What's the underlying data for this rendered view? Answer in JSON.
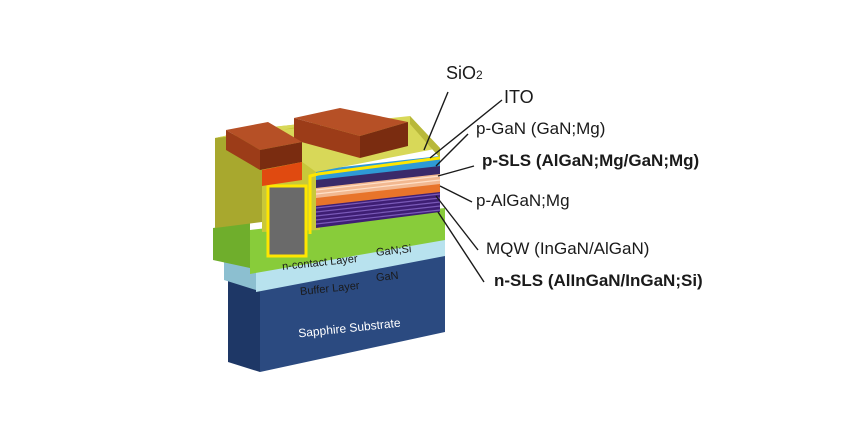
{
  "diagram": {
    "callouts": {
      "sio2": {
        "base": "SiO",
        "sub": "2"
      },
      "ito": "ITO",
      "pgan": "p-GaN  (GaN;Mg)",
      "psls": "p-SLS (AlGaN;Mg/GaN;Mg)",
      "palgan": "p-AlGaN;Mg",
      "mqw": "MQW (InGaN/AlGaN)",
      "nsls": "n-SLS  (AlInGaN/InGaN;Si)"
    },
    "layers": {
      "ncontact": "n-contact Layer",
      "ncontact_mat": "GaN;Si",
      "buffer": "Buffer Layer",
      "buffer_mat": "GaN",
      "substrate": "Sapphire Substrate"
    },
    "colors": {
      "substrate": "#2b4a80",
      "buffer": "#b8e2ee",
      "ncontact": "#88cc3a",
      "passivation": "#c8c83a",
      "contact": "#9c3c18",
      "ito": "#2e9ad6",
      "pgan": "#f2b890",
      "mqw": "#3e1e74",
      "outline": "#ffe600"
    }
  }
}
